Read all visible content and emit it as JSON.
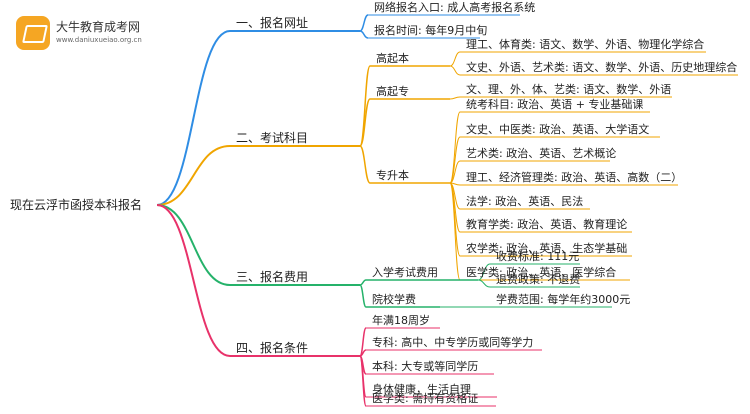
{
  "header": {
    "logo_icon": "book-badge-icon",
    "logo_title": "大牛教育成考网",
    "logo_url": "www.daniuxueiao.org.cn"
  },
  "colors": {
    "branch1": "#2f8de4",
    "branch2": "#f0a500",
    "branch3": "#25b26a",
    "branch4": "#e8326a"
  },
  "mindmap": {
    "root": "现在云浮市函授本科报名",
    "branches": [
      {
        "label": "一、报名网址",
        "children": [
          {
            "label": "网络报名入口: 成人高考报名系统"
          },
          {
            "label": "报名时间: 每年9月中旬"
          }
        ]
      },
      {
        "label": "二、考试科目",
        "children": [
          {
            "label": "高起本",
            "children": [
              {
                "label": "理工、体育类: 语文、数学、外语、物理化学综合"
              },
              {
                "label": "文史、外语、艺术类: 语文、数学、外语、历史地理综合"
              }
            ]
          },
          {
            "label": "高起专",
            "children": [
              {
                "label": "文、理、外、体、艺类: 语文、数学、外语"
              }
            ]
          },
          {
            "label": "专升本",
            "children": [
              {
                "label": "统考科目: 政治、英语 + 专业基础课"
              },
              {
                "label": "文史、中医类: 政治、英语、大学语文"
              },
              {
                "label": "艺术类: 政治、英语、艺术概论"
              },
              {
                "label": "理工、经济管理类: 政治、英语、高数（二）"
              },
              {
                "label": "法学: 政治、英语、民法"
              },
              {
                "label": "教育学类: 政治、英语、教育理论"
              },
              {
                "label": "农学类: 政治、英语、生态学基础"
              },
              {
                "label": "医学类: 政治、英语、医学综合"
              }
            ]
          }
        ]
      },
      {
        "label": "三、报名费用",
        "children": [
          {
            "label": "入学考试费用",
            "children": [
              {
                "label": "收费标准: 111元"
              },
              {
                "label": "退费政策: 不退费"
              }
            ]
          },
          {
            "label": "院校学费",
            "children": [
              {
                "label": "学费范围: 每学年约3000元"
              }
            ]
          }
        ]
      },
      {
        "label": "四、报名条件",
        "children": [
          {
            "label": "年满18周岁"
          },
          {
            "label": "专科: 高中、中专学历或同等学力"
          },
          {
            "label": "本科: 大专或等同学历"
          },
          {
            "label": "身体健康，生活自理"
          },
          {
            "label": "医学类: 需持有资格证"
          }
        ]
      }
    ]
  }
}
